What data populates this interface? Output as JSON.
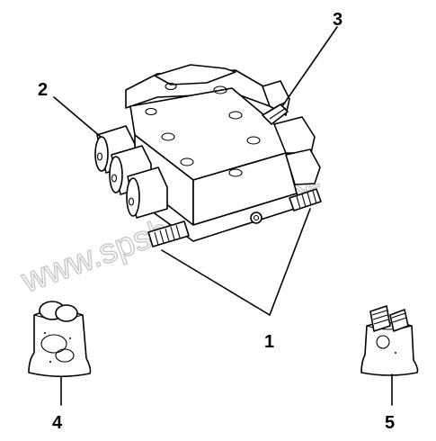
{
  "diagram": {
    "callouts": [
      {
        "id": "1",
        "label": "1"
      },
      {
        "id": "2",
        "label": "2"
      },
      {
        "id": "3",
        "label": "3"
      },
      {
        "id": "4",
        "label": "4"
      },
      {
        "id": "5",
        "label": "5"
      }
    ],
    "watermark": "www.spshron-zoo.kz"
  }
}
